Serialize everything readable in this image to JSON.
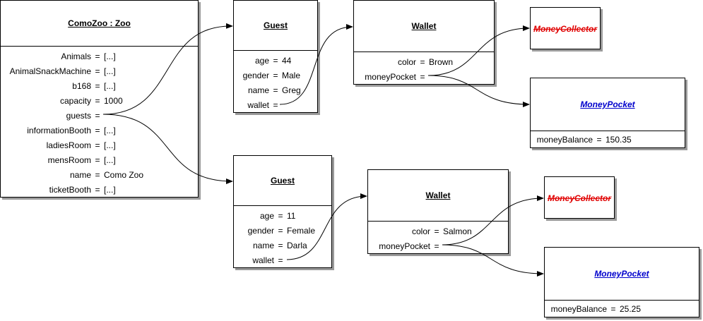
{
  "zoo": {
    "title": "ComoZoo : Zoo",
    "attrs": [
      {
        "key": "Animals",
        "value": "[...]"
      },
      {
        "key": "AnimalSnackMachine",
        "value": "[...]"
      },
      {
        "key": "b168",
        "value": "[...]"
      },
      {
        "key": "capacity",
        "value": "1000"
      },
      {
        "key": "guests",
        "value": ""
      },
      {
        "key": "informationBooth",
        "value": "[...]"
      },
      {
        "key": "ladiesRoom",
        "value": "[...]"
      },
      {
        "key": "mensRoom",
        "value": "[...]"
      },
      {
        "key": "name",
        "value": "Como Zoo"
      },
      {
        "key": "ticketBooth",
        "value": "[...]"
      }
    ]
  },
  "guest1": {
    "title": "Guest",
    "attrs": [
      {
        "key": "age",
        "value": "44"
      },
      {
        "key": "gender",
        "value": "Male"
      },
      {
        "key": "name",
        "value": "Greg"
      },
      {
        "key": "wallet",
        "value": ""
      }
    ]
  },
  "wallet1": {
    "title": "Wallet",
    "attrs": [
      {
        "key": "color",
        "value": "Brown"
      },
      {
        "key": "moneyPocket",
        "value": ""
      }
    ]
  },
  "collector1": {
    "title": "MoneyCollector"
  },
  "pocket1": {
    "title": "MoneyPocket",
    "attrs": [
      {
        "key": "moneyBalance",
        "value": "150.35"
      }
    ]
  },
  "guest2": {
    "title": "Guest",
    "attrs": [
      {
        "key": "age",
        "value": "11"
      },
      {
        "key": "gender",
        "value": "Female"
      },
      {
        "key": "name",
        "value": "Darla"
      },
      {
        "key": "wallet",
        "value": ""
      }
    ]
  },
  "wallet2": {
    "title": "Wallet",
    "attrs": [
      {
        "key": "color",
        "value": "Salmon"
      },
      {
        "key": "moneyPocket",
        "value": ""
      }
    ]
  },
  "collector2": {
    "title": "MoneyCollector"
  },
  "pocket2": {
    "title": "MoneyPocket",
    "attrs": [
      {
        "key": "moneyBalance",
        "value": "25.25"
      }
    ]
  },
  "colors": {
    "collector_title": "#e00000",
    "pocket_title": "#0000cc",
    "shadow": "#9a9a9a"
  }
}
